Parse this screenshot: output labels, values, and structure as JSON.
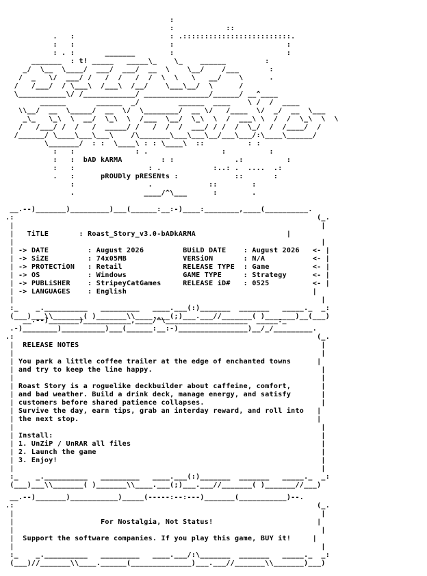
{
  "logo": {
    "tagline_group": "bAD kARMA",
    "tagline_presents": "pROUDly pRESENts",
    "corner_text": "t!"
  },
  "release": {
    "title_label": "TiTLE",
    "title_value": "Roast_Story_v3.0-bADkARMA",
    "fields_left": [
      {
        "label": "DATE",
        "value": "August 2026"
      },
      {
        "label": "SiZE",
        "value": "74x05MB"
      },
      {
        "label": "PROTECTiON",
        "value": "Retail"
      },
      {
        "label": "OS",
        "value": "Windows"
      },
      {
        "label": "PUBLiSHER",
        "value": "StripeyCatGames"
      },
      {
        "label": "LANGUAGES",
        "value": "English"
      }
    ],
    "fields_right": [
      {
        "label": "BUiLD DATE",
        "value": "August 2026"
      },
      {
        "label": "VERSiON",
        "value": "N/A"
      },
      {
        "label": "RELEASE TYPE",
        "value": "Game"
      },
      {
        "label": "GAME TYPE",
        "value": "Strategy"
      },
      {
        "label": "RELEASE iD#",
        "value": "0525"
      }
    ]
  },
  "notes": {
    "heading": "RELEASE NOTES",
    "para1": [
      "You park a little coffee trailer at the edge of enchanted towns",
      "and try to keep the line happy."
    ],
    "para2": [
      "Roast Story is a roguelike deckbuilder about caffeine, comfort,",
      "and bad weather. Build a drink deck, manage energy, and satisfy",
      "customers before shared patience collapses.",
      "Survive the day, earn tips, grab an interday reward, and roll into",
      "the next stop."
    ],
    "install_heading": "Install:",
    "install_steps": [
      "1. UnZiP / UnRAR all files",
      "2. Launch the game",
      "3. Enjoy!"
    ]
  },
  "footer": {
    "motto": "For Nostalgia, Not Status!",
    "support": "Support the software companies. If you play this game, BUY it!"
  }
}
